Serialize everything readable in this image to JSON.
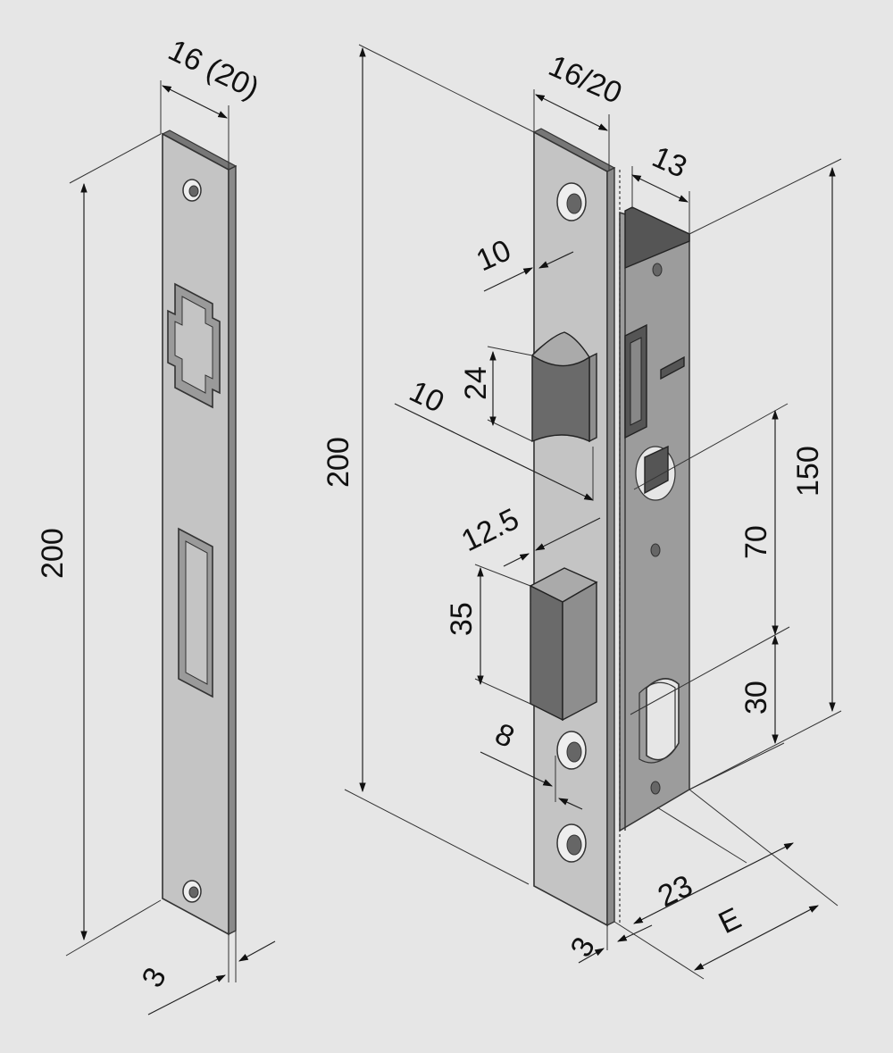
{
  "strike_plate": {
    "labels": {
      "width": "16 (20)",
      "height": "200",
      "thickness": "3"
    }
  },
  "lock_body": {
    "labels": {
      "faceplate_width": "16/20",
      "height": "200",
      "case_depth": "13",
      "latch_offset": "10",
      "latch_height": "24",
      "latch_throw": "10",
      "bolt_throw": "12.5",
      "bolt_height": "35",
      "bolt_offset": "8",
      "case_height": "150",
      "spindle_spacing": "70",
      "lower_spacing": "30",
      "case_width": "23",
      "backset": "E",
      "faceplate_thickness": "3"
    }
  },
  "colors": {
    "background": "#e6e6e6",
    "metal_light": "#c4c4c4",
    "metal_dark": "#555555"
  }
}
